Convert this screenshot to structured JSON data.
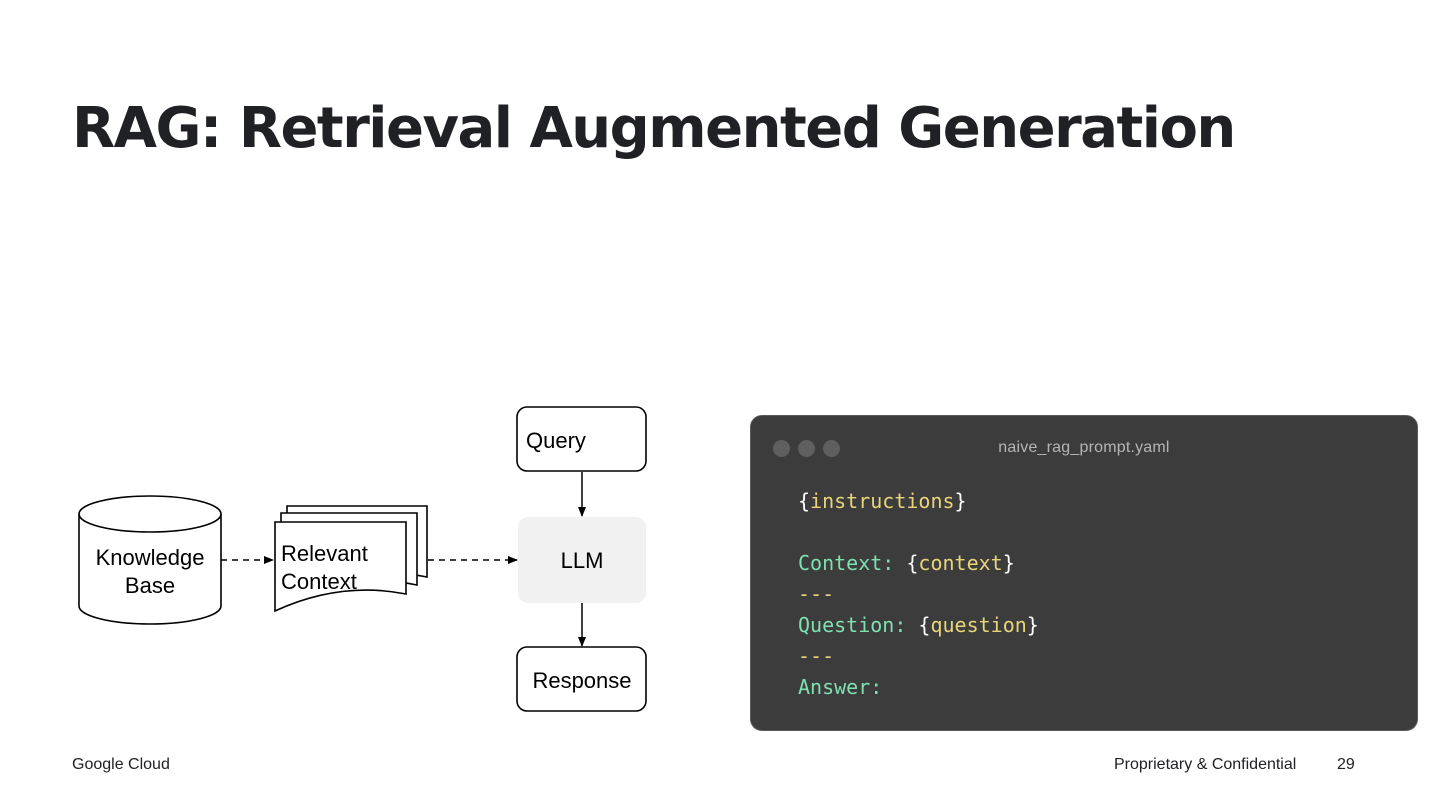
{
  "slide": {
    "title": "RAG: Retrieval Augmented Generation"
  },
  "diagram": {
    "knowledge_base": [
      "Knowledge",
      "Base"
    ],
    "relevant_context": [
      "Relevant",
      "Context"
    ],
    "query": "Query",
    "llm": "LLM",
    "response": "Response"
  },
  "code_window": {
    "filename": "naive_rag_prompt.yaml",
    "lines": {
      "instructions_var": "instructions",
      "context_key": "Context:",
      "context_var": "context",
      "separator1": "---",
      "question_key": "Question:",
      "question_var": "question",
      "separator2": "---",
      "answer_key": "Answer:"
    },
    "colors": {
      "background": "#3c3c3c",
      "key": "#7fe0b0",
      "variable": "#e8d57a"
    }
  },
  "footer": {
    "brand": "Google Cloud",
    "confidential": "Proprietary & Confidential",
    "page_number": "29"
  }
}
